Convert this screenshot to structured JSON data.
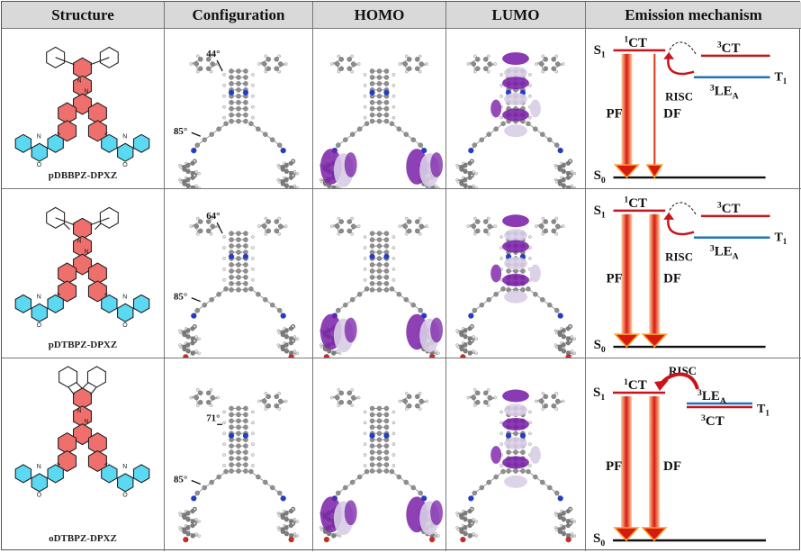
{
  "headers": [
    "Structure",
    "Configuration",
    "HOMO",
    "LUMO",
    "Emission mechanism"
  ],
  "rows": [
    {
      "name": "pDBBPZ-DPXZ",
      "angle_top": "44°",
      "angle_bottom": "85°",
      "mech": {
        "s1": "S",
        "s1_sub": "1",
        "s0": "S",
        "s0_sub": "0",
        "ct1_sup": "1",
        "ct1": "CT",
        "ct3_sup": "3",
        "ct3": "CT",
        "le3_sup": "3",
        "le3": "LE",
        "le3_sub": "A",
        "t1": "T",
        "t1_sub": "1",
        "risc": "RISC",
        "pf": "PF",
        "df": "DF"
      }
    },
    {
      "name": "pDTBPZ-DPXZ",
      "angle_top": "64°",
      "angle_bottom": "85°",
      "mech": {
        "s1": "S",
        "s1_sub": "1",
        "s0": "S",
        "s0_sub": "0",
        "ct1_sup": "1",
        "ct1": "CT",
        "ct3_sup": "3",
        "ct3": "CT",
        "le3_sup": "3",
        "le3": "LE",
        "le3_sub": "A",
        "t1": "T",
        "t1_sub": "1",
        "risc": "RISC",
        "pf": "PF",
        "df": "DF"
      }
    },
    {
      "name": "oDTBPZ-DPXZ",
      "angle_top": "71°",
      "angle_bottom": "85°",
      "mech": {
        "s1": "S",
        "s1_sub": "1",
        "s0": "S",
        "s0_sub": "0",
        "ct1_sup": "1",
        "ct1": "CT",
        "ct3_sup": "3",
        "ct3": "CT",
        "le3_sup": "3",
        "le3": "LE",
        "le3_sub": "A",
        "t1": "T",
        "t1_sub": "1",
        "risc": "RISC",
        "pf": "PF",
        "df": "DF"
      }
    }
  ],
  "colors": {
    "acceptor": "#ef6f6c",
    "donor": "#5bd8f2",
    "orbital": "#7a1fa8",
    "orbital_light": "#d8cde6",
    "arrow_red": "#d71a10",
    "arrow_glow": "#ff9c2a",
    "ct_line": "#c8141a",
    "le_line": "#1e73be"
  }
}
